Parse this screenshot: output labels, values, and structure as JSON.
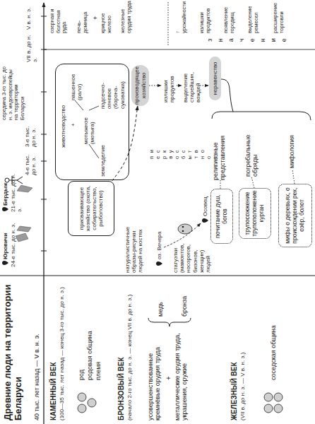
{
  "diagram": {
    "title": "Древние люди на территории Беларуси",
    "nodes": [
      {
        "text": [
          "присваивающее хозяйство (охота, собирательство, рыболовство)"
        ]
      },
      {
        "text": [
          "животноводство",
          "+",
          "мотыжное (мотыга)",
          "земледелие",
          "пашенное (рало)",
          "подсечно-огневое (борона-суковатка)"
        ]
      },
      {
        "text": [
          "производящее хозяйство"
        ]
      },
      {
        "text": [
          "неравенство"
        ]
      },
      {
        "text": [
          "почитание душ, богов"
        ]
      },
      {
        "text": [
          "трупосожжение трупоположение курган"
        ]
      },
      {
        "text": [
          "мифы о деревьях, о происхождении рек, озёр, болот"
        ]
      }
    ],
    "edges": [
      {
        "from": 0,
        "to": 2,
        "arrow": "to"
      }
    ],
    "labels": [
      "40 тыс. лет назад — V в. н. э.",
      "Юровичи",
      "24-е тыс. до н. э.",
      "Бердыж",
      "21-е тыс. до н. э.",
      "4-е тыс. до н. э.",
      "3-е тыс. до н. э.",
      "середина 3-го тыс. до н. э. индоевропейцы на территории Беларуси",
      "VII в. до н. э.",
      "V в. н. э.",
      "КАМЕННЫЙ ВЕК",
      "(100—35 тыс. лет назад — конец 3-го тыс. до н. э.)",
      "род",
      "родовая община",
      "племя",
      "БРОНЗОВЫЙ ВЕК",
      "(начало 2-го тыс. до н. э. — конец VII в. до н. э.)",
      "усовершенствованные кремнёвые орудия труда",
      "+",
      "металлические орудия труда, украшения, оружие",
      "медь",
      "бронза",
      "ЖЕЛЕЗНЫЙ ВЕК",
      "(VII в. до н. э. — V в. н. э.)",
      "соседская община",
      "натуралистичные образы-рисунки людей на костях",
      "оз. Вечера",
      "статуэтки (мамонтов, носорогов, бизонов, женщин) людей",
      "Осовец",
      "первобытное искусство",
      "излишки продуктов",
      "выделение старейшин, вождей",
      "религиозные представления",
      "погребальные обряды",
      "мифология",
      "озерная и болотная руда",
      "печь-домница",
      "+",
      "крицное железо",
      "железные орудия труда",
      "↑ урожайности",
      "излишки продуктов",
      "появление городищ",
      "выделение ремесел",
      "расширение торговли",
      "значение"
    ]
  }
}
